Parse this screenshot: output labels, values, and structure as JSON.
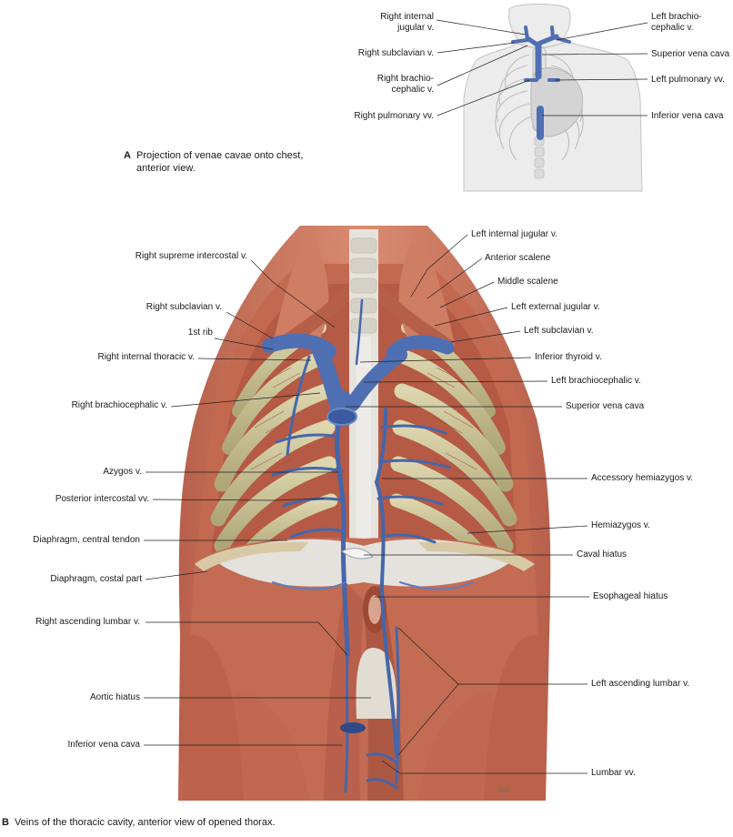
{
  "figure_a": {
    "letter": "A",
    "caption": "Projection of venae cavae onto chest, anterior view.",
    "labels": {
      "right_internal_jugular_1": "Right internal",
      "right_internal_jugular_2": "jugular v.",
      "right_subclavian": "Right subclavian v.",
      "right_brachio_1": "Right brachio-",
      "right_brachio_2": "cephalic v.",
      "right_pulmonary": "Right pulmonary vv.",
      "left_brachio_1": "Left brachio-",
      "left_brachio_2": "cephalic v.",
      "superior_vena_cava": "Superior vena cava",
      "left_pulmonary": "Left pulmonary vv.",
      "inferior_vena_cava": "Inferior vena cava"
    }
  },
  "figure_b": {
    "letter": "B",
    "caption": "Veins of the thoracic cavity, anterior view of opened thorax.",
    "labels_left": [
      "Right supreme intercostal v.",
      "Right subclavian v.",
      "1st rib",
      "Right internal thoracic v.",
      "Right brachiocephalic v.",
      "Azygos v.",
      "Posterior intercostal vv.",
      "Diaphragm, central tendon",
      "Diaphragm, costal part",
      "Right ascending lumbar v.",
      "Aortic hiatus",
      "Inferior vena cava"
    ],
    "labels_right": [
      "Left internal jugular v.",
      "Anterior scalene",
      "Middle scalene",
      "Left external jugular v.",
      "Left subclavian v.",
      "Inferior thyroid v.",
      "Left brachiocephalic v.",
      "Superior vena cava",
      "Accessory hemiazygos v.",
      "Hemiazygos v.",
      "Caval hiatus",
      "Esophageal hiatus",
      "Left ascending lumbar v.",
      "Lumbar vv."
    ],
    "signature": "Voll"
  },
  "colors": {
    "vein": "#4f6fb3",
    "vein_dark": "#31478a",
    "muscle": "#c8725c",
    "muscle_dark": "#a4533f",
    "rib": "#c9c197",
    "tendon": "#e9e6e2",
    "body_gray": "#d6d6d6"
  }
}
